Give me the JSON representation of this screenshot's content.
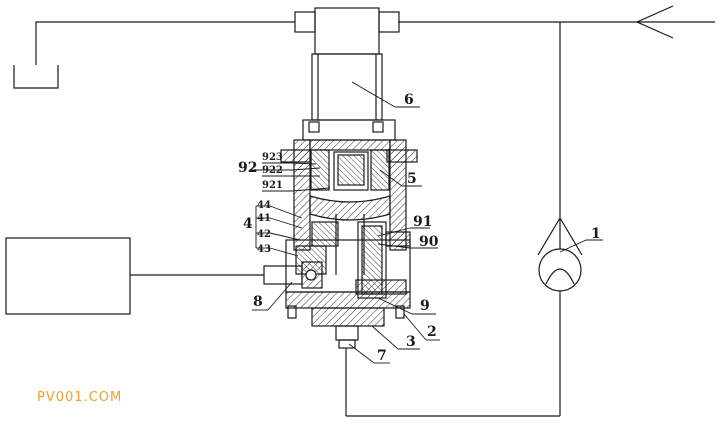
{
  "labels": {
    "pump": "1",
    "seat": "2",
    "valve_body": "3",
    "cap": "5",
    "actuator": "6",
    "outlet": "7",
    "inlet": "8",
    "spring_seat": "9",
    "valve_core": "90",
    "needle": "91",
    "diaphragm_assembly": "92",
    "diaphragm_part_921": "921",
    "diaphragm_part_922": "922",
    "diaphragm_part_923": "923",
    "housing_group": "4",
    "housing_41": "41",
    "housing_42": "42",
    "housing_43": "43",
    "housing_44": "44"
  },
  "watermark": "PV001.COM",
  "colors": {
    "line": "#1a1a1a",
    "watermark": "#f0a030"
  }
}
